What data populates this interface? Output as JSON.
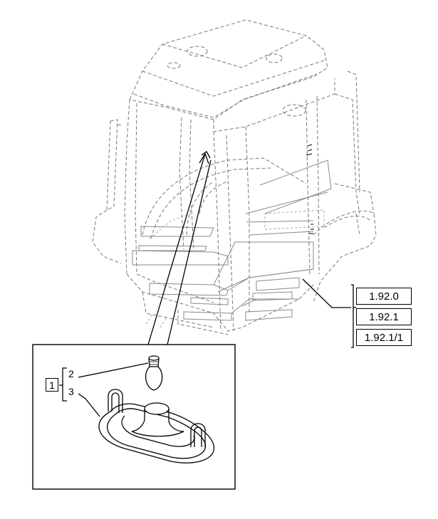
{
  "references": {
    "items": [
      {
        "label": "1.92.0"
      },
      {
        "label": "1.92.1"
      },
      {
        "label": "1.92.1/1"
      }
    ]
  },
  "callouts": {
    "group_label": "1",
    "items": [
      {
        "label": "2"
      },
      {
        "label": "3"
      }
    ]
  }
}
